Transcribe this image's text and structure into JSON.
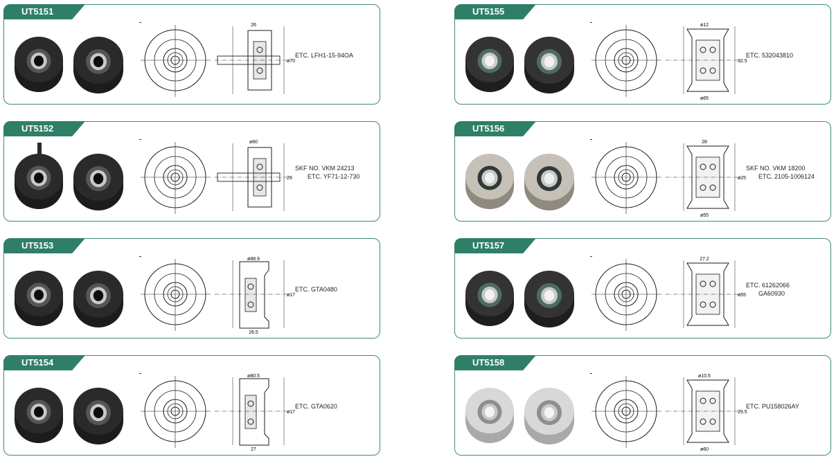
{
  "products": [
    {
      "code": "UT5151",
      "refs": [
        "ETC. LFH1-15-94OA"
      ],
      "dims": [
        "26",
        "ø70"
      ],
      "photo": "black-idler",
      "drawing": "flanged-shaft"
    },
    {
      "code": "UT5152",
      "refs": [
        "SKF NO. VKM 24213",
        "ETC. YF71-12-730"
      ],
      "dims": [
        "ø60",
        "29"
      ],
      "photo": "black-idler-with-bolt",
      "drawing": "grooved-shaft"
    },
    {
      "code": "UT5153",
      "refs": [
        "ETC. GTA0480"
      ],
      "dims": [
        "ø88.9",
        "ø17",
        "26.5"
      ],
      "photo": "black-pulley",
      "drawing": "flanged-pulley"
    },
    {
      "code": "UT5154",
      "refs": [
        "ETC. GTA0620"
      ],
      "dims": [
        "ø80.5",
        "ø17",
        "27"
      ],
      "photo": "black-pulley",
      "drawing": "flanged-pulley"
    },
    {
      "code": "UT5155",
      "refs": [
        "ETC. 532043810"
      ],
      "dims": [
        "ø12",
        "32.5",
        "ø65"
      ],
      "photo": "black-tensioner",
      "drawing": "double-flange"
    },
    {
      "code": "UT5156",
      "refs": [
        "SKF NO. VKM 18200",
        "ETC. 2105-1006124"
      ],
      "dims": [
        "28",
        "ø25",
        "ø55"
      ],
      "photo": "silver-grey-idler",
      "drawing": "double-flange"
    },
    {
      "code": "UT5157",
      "refs": [
        "ETC. 61262066",
        "GA60930"
      ],
      "dims": [
        "27.2",
        "ø55"
      ],
      "photo": "black-tensioner-eccentric",
      "drawing": "double-flange"
    },
    {
      "code": "UT5158",
      "refs": [
        "ETC. PU158026AY"
      ],
      "dims": [
        "ø10.5",
        "29.5",
        "ø60"
      ],
      "photo": "silver-pulley",
      "drawing": "single-flange"
    }
  ],
  "colors": {
    "accent": "#2f7f68",
    "border": "#3d8b73"
  }
}
